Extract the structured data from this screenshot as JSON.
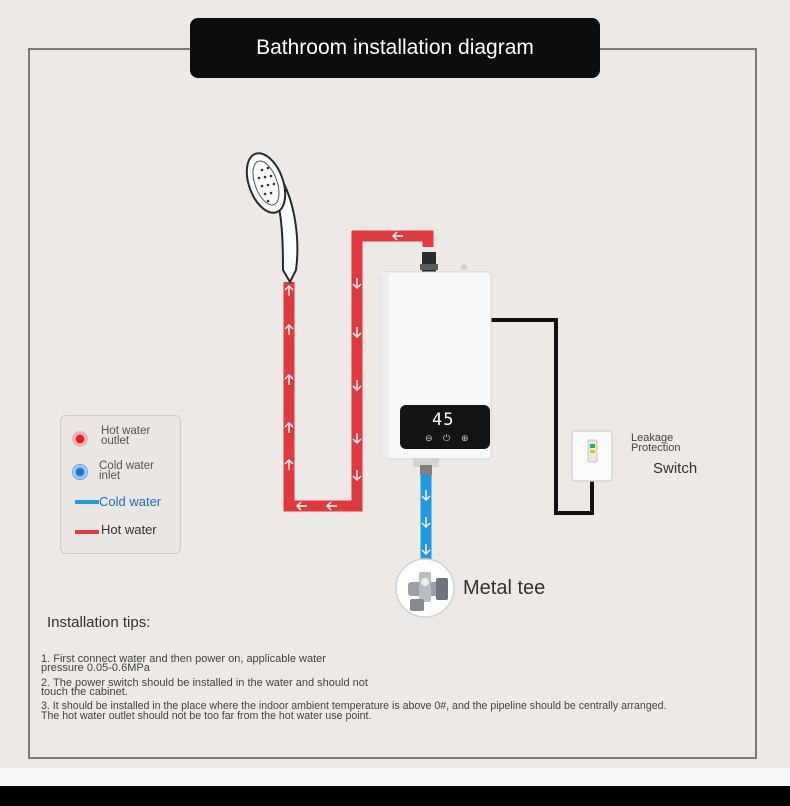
{
  "title": "Bathroom installation diagram",
  "legend": {
    "hot_outlet_line1": "Hot water",
    "hot_outlet_line2": "outlet",
    "cold_inlet_line1": "Cold water",
    "cold_inlet_line2": "inlet",
    "cold_water": "Cold water",
    "hot_water": "Hot water"
  },
  "heater": {
    "display": "45",
    "controls": [
      "⊖",
      "⏻",
      "⊕"
    ]
  },
  "labels": {
    "metal_tee": "Metal tee",
    "leakage_line1": "Leakage",
    "leakage_line2": "Protection",
    "switch": "Switch"
  },
  "tips": {
    "heading": "Installation tips:",
    "lines": [
      "1. First connect water and then power on, applicable water",
      "pressure 0.05-0.6MPa",
      "2. The power switch should be installed in the water and should not",
      "touch the cabinet.",
      "3. It should be installed in the place where the indoor ambient temperature is above 0#, and the pipeline should be centrally arranged.",
      "The hot water outlet should not be too far from the hot water use point."
    ]
  },
  "colors": {
    "hot_pipe": "#e0393f",
    "cold_pipe": "#1e9be0",
    "cable": "#111111",
    "title_bg": "#0d0d0d"
  },
  "icons": [
    "shower-head-icon",
    "water-heater-icon",
    "metal-tee-valve-icon",
    "leakage-switch-icon",
    "flow-arrow-icon"
  ]
}
